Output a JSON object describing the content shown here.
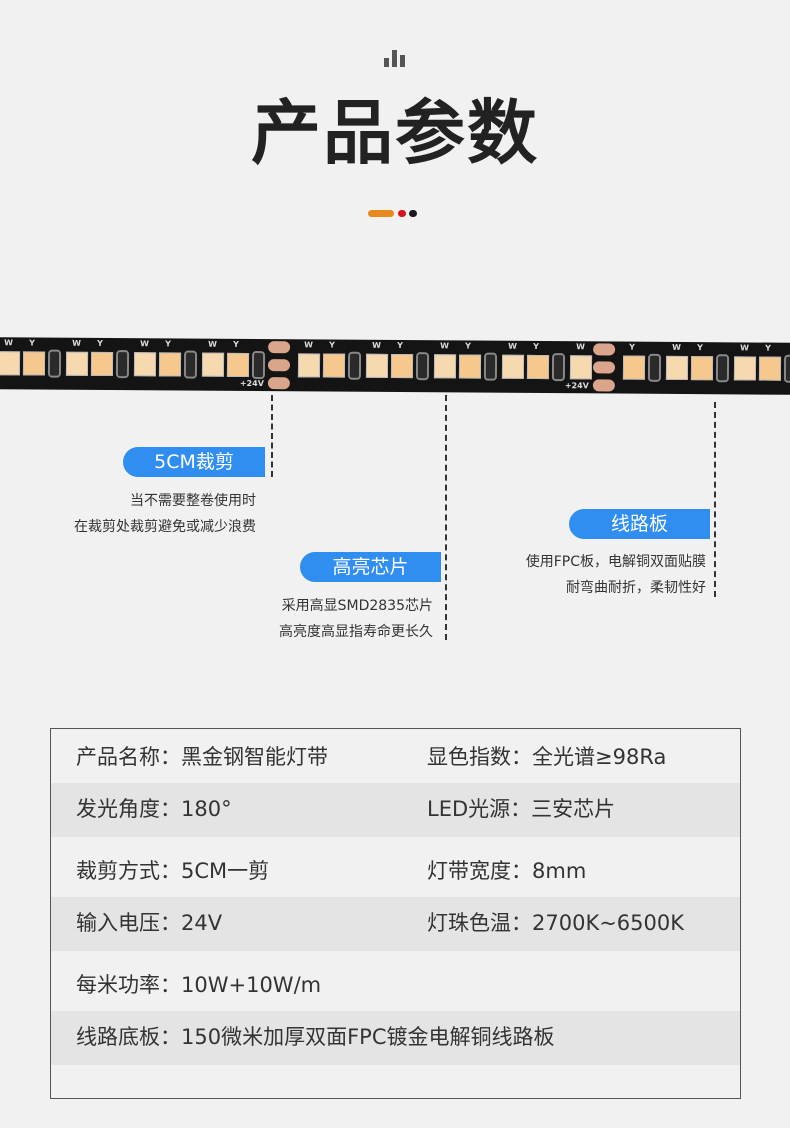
{
  "header": {
    "title": "产品参数",
    "icon": "bar-chart-icon",
    "accent_colors": [
      "#e8891c",
      "#d7141b",
      "#1a1a1a"
    ]
  },
  "strip": {
    "labels": {
      "w": "W",
      "y": "Y",
      "v": "+24V"
    }
  },
  "features": [
    {
      "label": "5CM裁剪",
      "lines": [
        "当不需要整卷使用时",
        "在裁剪处裁剪避免或减少浪费"
      ]
    },
    {
      "label": "高亮芯片",
      "lines": [
        "采用高显SMD2835芯片",
        "高亮度高显指寿命更长久"
      ]
    },
    {
      "label": "线路板",
      "lines": [
        "使用FPC板，电解铜双面贴膜",
        "耐弯曲耐折，柔韧性好"
      ]
    }
  ],
  "pill_color": "#2f8ef0",
  "specs": [
    [
      "产品名称：黑金钢智能灯带",
      "显色指数：全光谱≥98Ra"
    ],
    [
      "发光角度：180°",
      "LED光源：三安芯片"
    ],
    [
      "裁剪方式：5CM一剪",
      "灯带宽度：8mm"
    ],
    [
      "输入电压：24V",
      "灯珠色温：2700K~6500K"
    ],
    [
      "每米功率：10W+10W/m",
      ""
    ],
    [
      "线路底板：150微米加厚双面FPC镀金电解铜线路板",
      ""
    ]
  ]
}
